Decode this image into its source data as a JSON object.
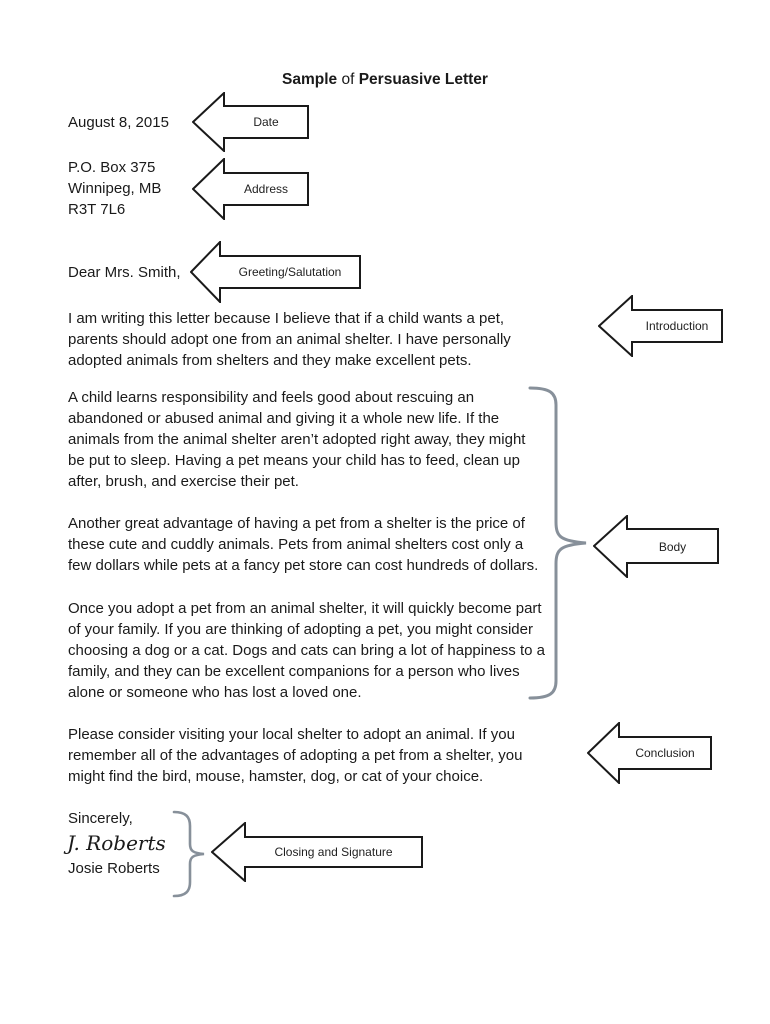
{
  "title": {
    "sample": "Sample",
    "of": "of",
    "main": "Persuasive Letter"
  },
  "letter": {
    "date": "August 8, 2015",
    "address_lines": [
      "P.O. Box 375",
      "Winnipeg, MB",
      "R3T 7L6"
    ],
    "greeting": "Dear Mrs. Smith,",
    "paragraphs": {
      "introduction": [
        "I am writing this letter because I believe that if a child wants a pet,",
        "parents should adopt one from an animal shelter. I have personally",
        "adopted animals from shelters and they make excellent pets."
      ],
      "body1": [
        "A child learns responsibility and feels good about rescuing an",
        "abandoned or abused animal and giving it a whole new life. If the",
        "animals from the animal shelter aren’t adopted right away, they might",
        "be put to sleep. Having a pet means your child has to feed, clean up",
        "after, brush, and exercise their pet."
      ],
      "body2": [
        "Another great advantage of having a pet from a shelter is the price of",
        "these cute and cuddly animals. Pets from animal shelters cost only a",
        "few dollars while pets at a fancy pet store can cost hundreds of dollars."
      ],
      "body3": [
        "Once you adopt a pet from an animal shelter, it will quickly become part",
        "of your family. If you are thinking of adopting a pet, you might consider",
        "choosing a dog or a cat. Dogs and cats can bring a lot of happiness to a",
        "family, and they can be excellent companions for a person who lives",
        "alone or someone who has lost a loved one."
      ],
      "conclusion": [
        "Please consider visiting your local shelter to adopt an animal. If you",
        "remember all of the advantages of adopting a pet from a shelter, you",
        "might find the bird, mouse, hamster, dog, or cat of your choice."
      ]
    },
    "closing": "Sincerely,",
    "signature_script": "J. Roberts",
    "signature_printed": "Josie Roberts"
  },
  "callouts": {
    "date": "Date",
    "address": "Address",
    "greeting": "Greeting/Salutation",
    "introduction": "Introduction",
    "body": "Body",
    "conclusion": "Conclusion",
    "closing": "Closing and Signature"
  },
  "colors": {
    "arrow_outline": "#1a1a1a",
    "arrow_fill": "#ffffff",
    "brace": "#87909a",
    "text": "#1a1a1a"
  }
}
